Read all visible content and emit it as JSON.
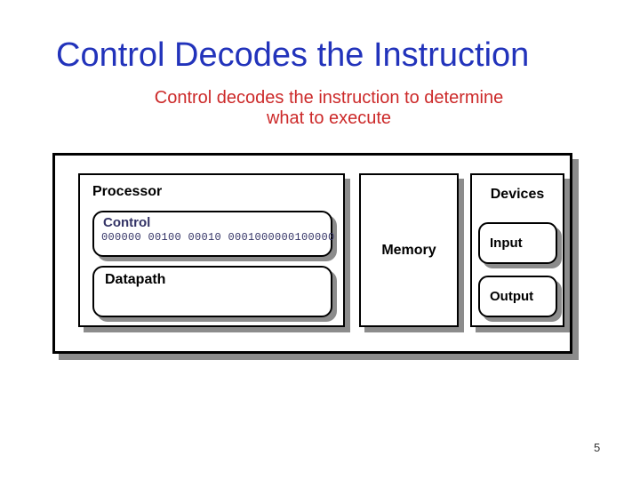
{
  "slide": {
    "title": "Control Decodes the Instruction",
    "subtitle_line1": "Control decodes the instruction to determine",
    "subtitle_line2": "what to execute",
    "page_number": "5"
  },
  "diagram": {
    "processor_label": "Processor",
    "control_label": "Control",
    "instruction_bits": "000000 00100 00010 0001000000100000",
    "datapath_label": "Datapath",
    "memory_label": "Memory",
    "devices_label": "Devices",
    "input_label": "Input",
    "output_label": "Output"
  },
  "colors": {
    "title_blue": "#2233BB",
    "subtitle_red": "#CC2929",
    "control_navy": "#333366",
    "shadow_gray": "#8c8c8c",
    "border_black": "#000000",
    "background": "#ffffff"
  }
}
